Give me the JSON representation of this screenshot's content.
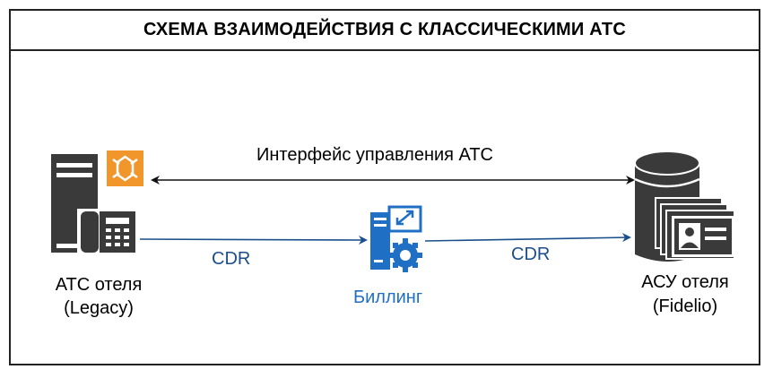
{
  "title": "СХЕМА ВЗАИМОДЕЙСТВИЯ С КЛАССИЧЕСКИМИ АТС",
  "interface_label": "Интерфейс управления АТС",
  "cdr_left": "CDR",
  "cdr_right": "CDR",
  "pbx": {
    "line1": "АТС отеля",
    "line2": "(Legacy)"
  },
  "billing": {
    "label": "Биллинг"
  },
  "pms": {
    "line1": "АСУ отеля",
    "line2": "(Fidelio)"
  },
  "colors": {
    "blue": "#1a4f8b",
    "dark": "#222222",
    "orange": "#f0962a",
    "billing_blue": "#1f6fc4"
  }
}
